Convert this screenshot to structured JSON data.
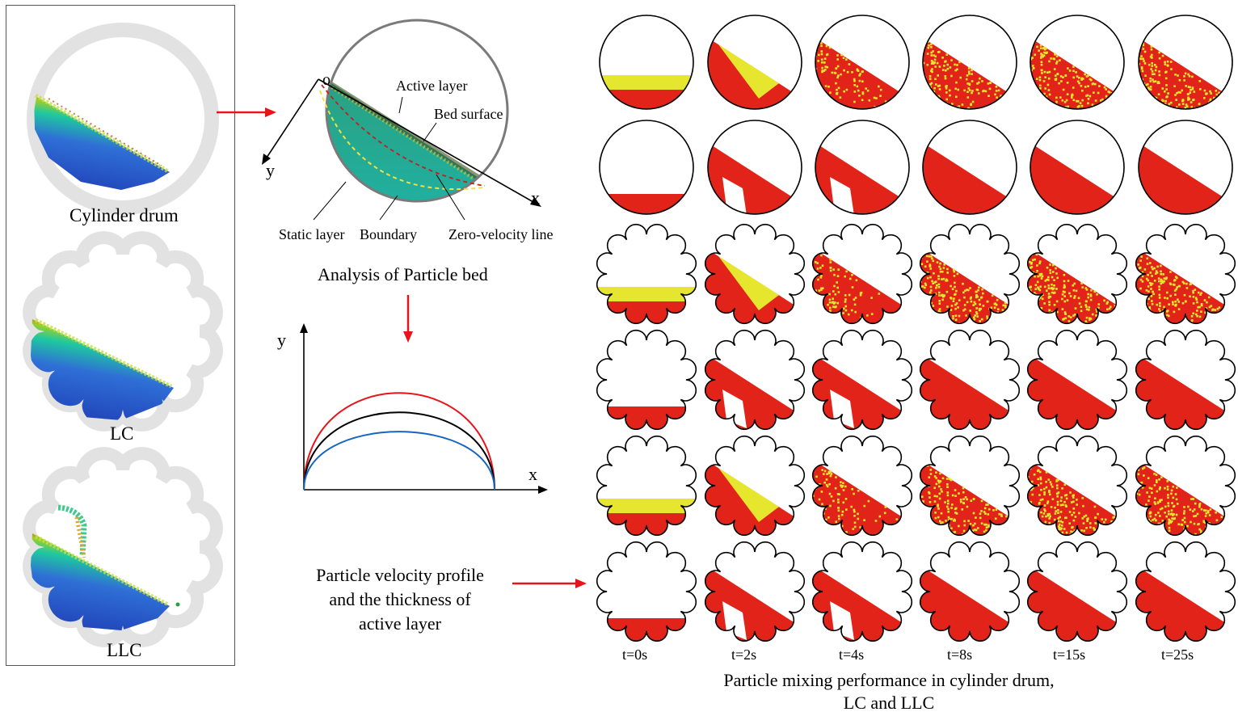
{
  "left_panel": {
    "items": [
      {
        "label": "Cylinder drum"
      },
      {
        "label": "LC"
      },
      {
        "label": "LLC"
      }
    ]
  },
  "analysis": {
    "origin_label": "o",
    "axis_x": "x",
    "axis_y": "y",
    "labels": {
      "active_layer": "Active layer",
      "bed_surface": "Bed surface",
      "static_layer": "Static layer",
      "boundary": "Boundary",
      "zero_velocity": "Zero-velocity line"
    },
    "caption": "Analysis of Particle bed"
  },
  "profile": {
    "axis_x": "x",
    "axis_y": "y",
    "caption_lines": [
      "Particle velocity profile",
      "and the thickness of",
      "active layer"
    ],
    "curve_colors": [
      "#e8141a",
      "#000000",
      "#1666c0"
    ]
  },
  "mixing_grid": {
    "times": [
      "t=0s",
      "t=2s",
      "t=4s",
      "t=8s",
      "t=15s",
      "t=25s"
    ],
    "caption_lines": [
      "Particle mixing performance in cylinder drum,",
      "LC and LLC"
    ],
    "colors": {
      "red": "#e2231a",
      "yellow": "#e6e62e"
    }
  },
  "colors": {
    "arrow": "#e8141a",
    "frame": "#555555",
    "ring": "#e2e2e2"
  }
}
